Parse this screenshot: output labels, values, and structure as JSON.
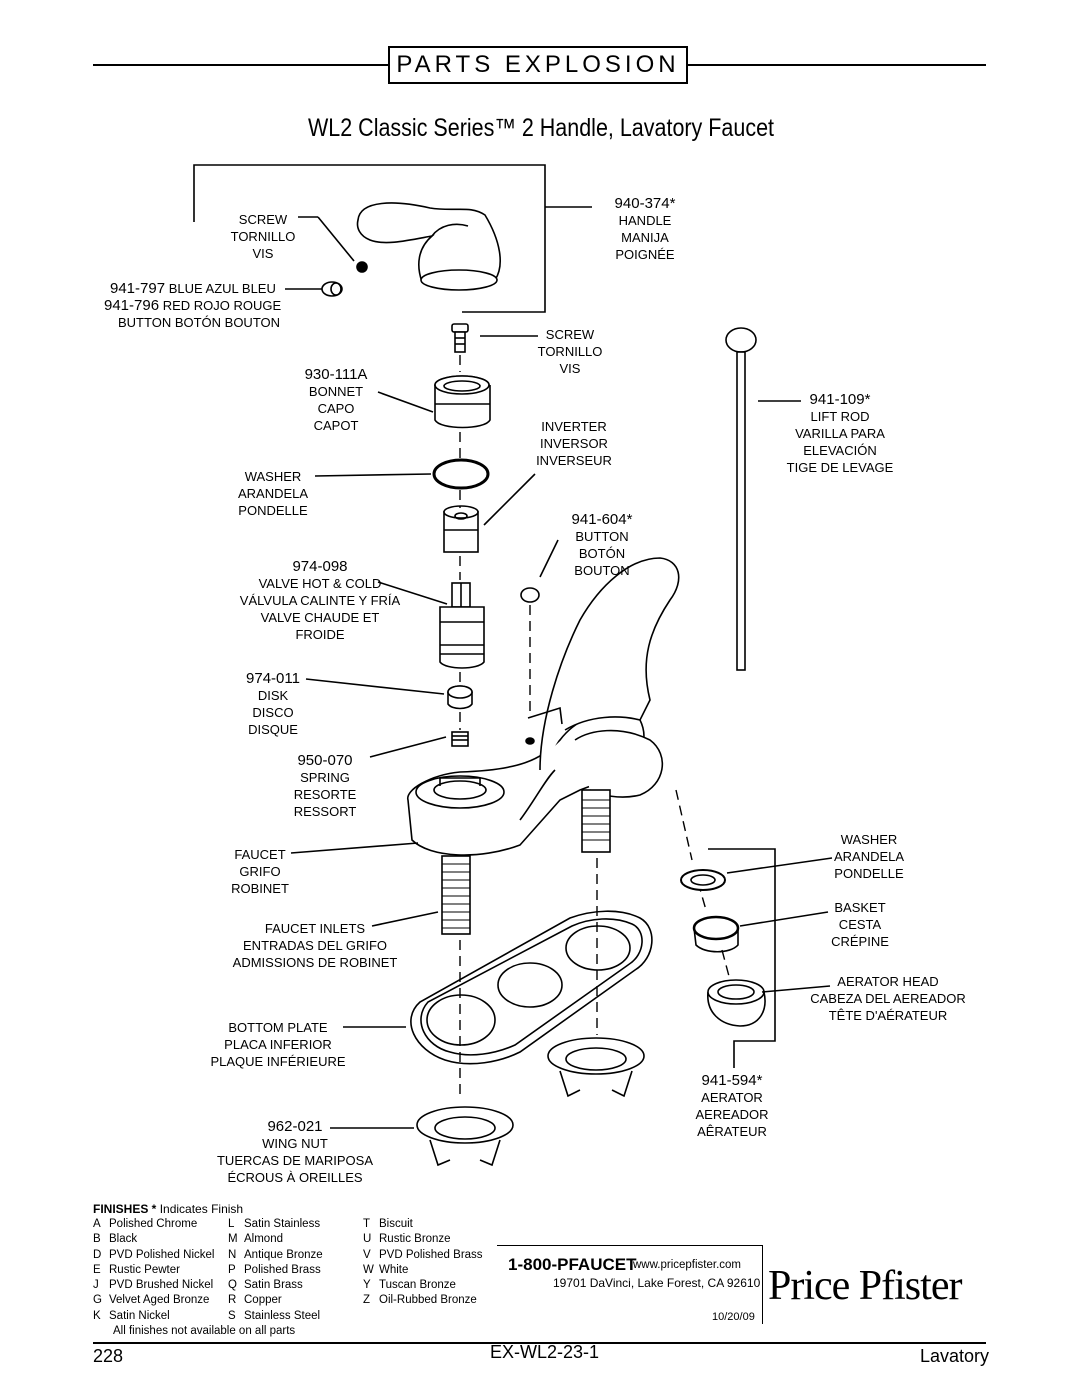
{
  "header": {
    "label": "PARTS EXPLOSION"
  },
  "title": "WL2 Classic Series™ 2 Handle, Lavatory Faucet",
  "callouts": {
    "screw_top": {
      "lines": [
        "SCREW",
        "TORNILLO",
        "VIS"
      ]
    },
    "button_handle": {
      "num1": "941-797",
      "text1": "BLUE AZUL BLEU",
      "num2": "941-796",
      "text2": "RED ROJO ROUGE",
      "line3": "BUTTON BOTÓN BOUTON"
    },
    "handle": {
      "num": "940-374*",
      "lines": [
        "HANDLE",
        "MANIJA",
        "POIGNÉE"
      ]
    },
    "screw_mid": {
      "lines": [
        "SCREW",
        "TORNILLO",
        "VIS"
      ]
    },
    "bonnet": {
      "num": "930-111A",
      "lines": [
        "BONNET",
        "CAPO",
        "CAPOT"
      ]
    },
    "lift_rod": {
      "num": "941-109*",
      "lines": [
        "LIFT ROD",
        "VARILLA PARA",
        "ELEVACIÓN",
        "TIGE DE LEVAGE"
      ]
    },
    "inverter": {
      "lines": [
        "INVERTER",
        "INVERSOR",
        "INVERSEUR"
      ]
    },
    "washer_top": {
      "lines": [
        "WASHER",
        "ARANDELA",
        "PONDELLE"
      ]
    },
    "button_body": {
      "num": "941-604*",
      "lines": [
        "BUTTON",
        "BOTÓN",
        "BOUTON"
      ]
    },
    "valve": {
      "num": "974-098",
      "lines": [
        "VALVE HOT & COLD",
        "VÁLVULA CALINTE Y FRÍA",
        "VALVE CHAUDE ET",
        "FROIDE"
      ]
    },
    "disk": {
      "num": "974-011",
      "lines": [
        "DISK",
        "DISCO",
        "DISQUE"
      ]
    },
    "spring": {
      "num": "950-070",
      "lines": [
        "SPRING",
        "RESORTE",
        "RESSORT"
      ]
    },
    "faucet": {
      "lines": [
        "FAUCET",
        "GRIFO",
        "ROBINET"
      ]
    },
    "washer_aerator": {
      "lines": [
        "WASHER",
        "ARANDELA",
        "PONDELLE"
      ]
    },
    "basket": {
      "lines": [
        "BASKET",
        "CESTA",
        "CRÉPINE"
      ]
    },
    "inlets": {
      "lines": [
        "FAUCET INLETS",
        "ENTRADAS DEL GRIFO",
        "ADMISSIONS DE ROBINET"
      ]
    },
    "aerator_head": {
      "lines": [
        "AERATOR HEAD",
        "CABEZA DEL AEREADOR",
        "TÊTE D'AÉRATEUR"
      ]
    },
    "bottom_plate": {
      "lines": [
        "BOTTOM PLATE",
        "PLACA INFERIOR",
        "PLAQUE INFÉRIEURE"
      ]
    },
    "aerator": {
      "num": "941-594*",
      "lines": [
        "AERATOR",
        "AEREADOR",
        "AÊRATEUR"
      ]
    },
    "wing_nut": {
      "num": "962-021",
      "lines": [
        "WING NUT",
        "TUERCAS DE MARIPOSA",
        "ÉCROUS À OREILLES"
      ]
    }
  },
  "finishes": {
    "title": "FINISHES *",
    "subtitle": "Indicates Finish",
    "col1": [
      [
        "A",
        "Polished Chrome"
      ],
      [
        "B",
        "Black"
      ],
      [
        "D",
        "PVD Polished Nickel"
      ],
      [
        "E",
        "Rustic Pewter"
      ],
      [
        "J",
        "PVD Brushed Nickel"
      ],
      [
        "G",
        "Velvet Aged Bronze"
      ],
      [
        "K",
        "Satin Nickel"
      ]
    ],
    "col2": [
      [
        "L",
        "Satin Stainless"
      ],
      [
        "M",
        "Almond"
      ],
      [
        "N",
        "Antique Bronze"
      ],
      [
        "P",
        "Polished Brass"
      ],
      [
        "Q",
        "Satin Brass"
      ],
      [
        "R",
        "Copper"
      ],
      [
        "S",
        "Stainless Steel"
      ]
    ],
    "col3": [
      [
        "T",
        "Biscuit"
      ],
      [
        "U",
        "Rustic Bronze"
      ],
      [
        "V",
        "PVD Polished Brass"
      ],
      [
        "W",
        "White"
      ],
      [
        "Y",
        "Tuscan Bronze"
      ],
      [
        "Z",
        "Oil-Rubbed Bronze"
      ]
    ],
    "note": "All finishes not available on all parts"
  },
  "contact": {
    "phone": "1-800-PFAUCET",
    "website": "www.pricepfister.com",
    "address": "19701 DaVinci, Lake Forest, CA 92610",
    "date": "10/20/09"
  },
  "brand": "Price Pfister",
  "footer": {
    "page": "228",
    "code": "EX-WL2-23-1",
    "section": "Lavatory"
  }
}
